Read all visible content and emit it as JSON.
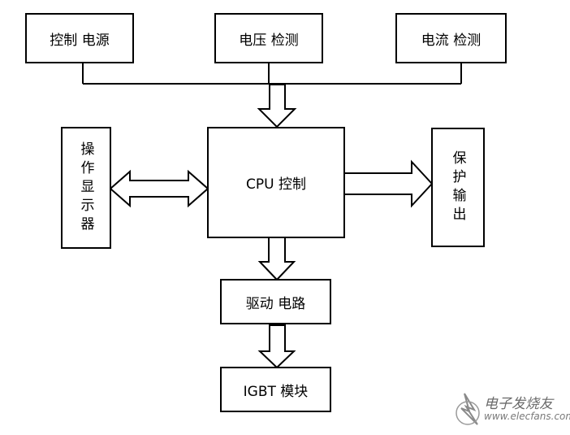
{
  "blocks": {
    "control_power": "控制 电源",
    "voltage_detect": "电压 检测",
    "current_detect": "电流 检测",
    "operation_display": "操作显示器",
    "cpu_control": "CPU 控制",
    "protection_output": "保护输出",
    "drive_circuit": "驱动 电路",
    "igbt_module": "IGBT 模块"
  },
  "watermark": {
    "name": "电子发烧友",
    "url": "www.elecfans.com"
  }
}
